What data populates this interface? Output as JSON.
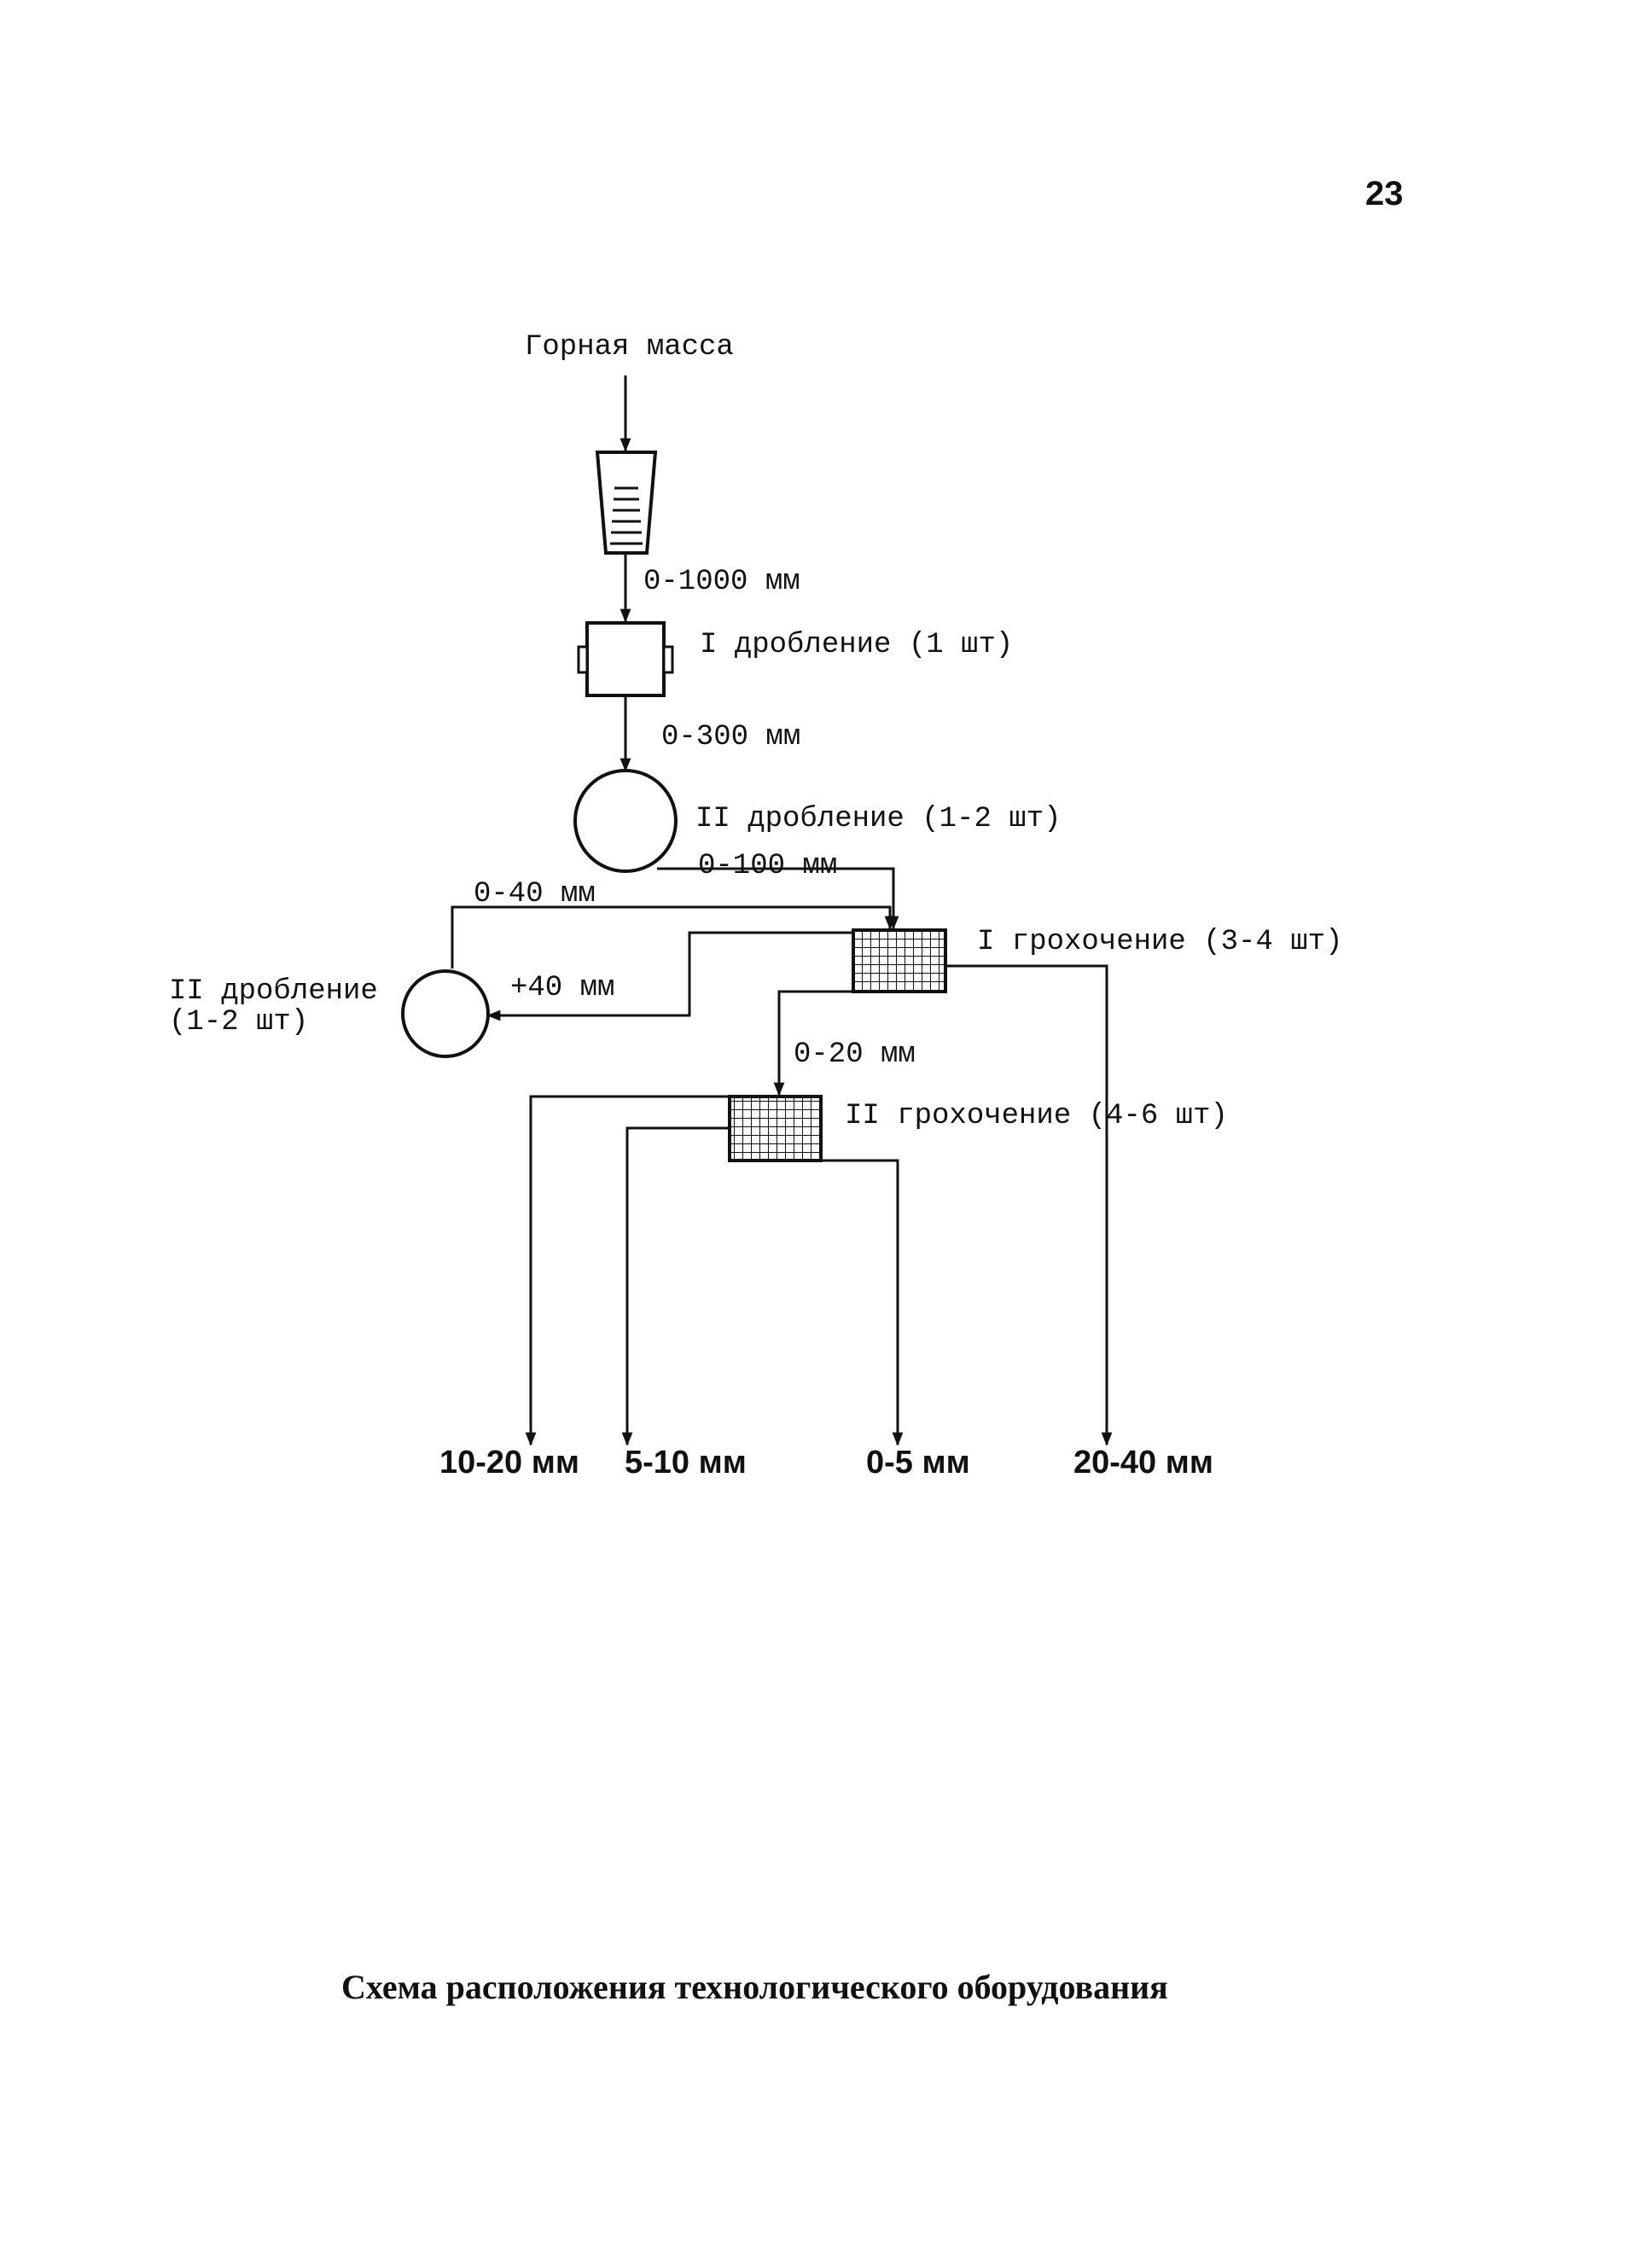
{
  "page_number": "23",
  "scheme": {
    "input_label": "Горная масса",
    "flows": {
      "feed_to_crusher1": "0-1000 мм",
      "crusher1_to_crusher2": "0-300 мм",
      "crusher2_to_screen1": "0-100 мм",
      "crusher3_return": "0-40 мм",
      "screen1_oversize": "+40 мм",
      "screen1_to_screen2": "0-20 мм"
    },
    "stages": {
      "crushing_1": "I дробление (1 шт)",
      "crushing_2": "II дробление (1-2 шт)",
      "crushing_3_line1": "II дробление",
      "crushing_3_line2": "(1-2 шт)",
      "screening_1": "I грохочение (3-4 шт)",
      "screening_2": "II грохочение (4-6 шт)"
    },
    "outputs": [
      "10-20 мм",
      "5-10 мм",
      "0-5 мм",
      "20-40 мм"
    ]
  },
  "caption": "Схема расположения технологического оборудования"
}
